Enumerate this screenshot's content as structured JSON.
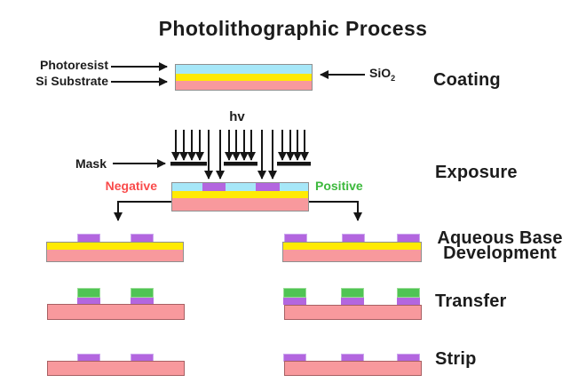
{
  "title": "Photolithographic Process",
  "colors": {
    "ink": "#161616",
    "text": "#1c1c1c",
    "resist": "#A6E7F8",
    "oxide": "#FFEA05",
    "substrate": "#F8999D",
    "exposed": "#B366DF",
    "exposed-edge": "#CBA6EF",
    "etched": "#50C454",
    "etched-edge": "#9ADD96",
    "neg": "#F94B4B",
    "pos": "#3DB93D",
    "edge": "#8F8F8F",
    "edge-rose": "#A86063"
  },
  "stages": {
    "coating": {
      "label": "Coating",
      "photoresist": "Photoresist",
      "si_substrate": "Si Substrate",
      "sio2_base": "SiO",
      "sio2_subscript": "2"
    },
    "exposure": {
      "label": "Exposure",
      "light": "hv",
      "mask": "Mask",
      "negative": "Negative",
      "positive": "Positive"
    },
    "development": {
      "label_line1": "Aqueous Base",
      "label_line2": "Development"
    },
    "transfer": {
      "label": "Transfer"
    },
    "strip": {
      "label": "Strip"
    }
  }
}
